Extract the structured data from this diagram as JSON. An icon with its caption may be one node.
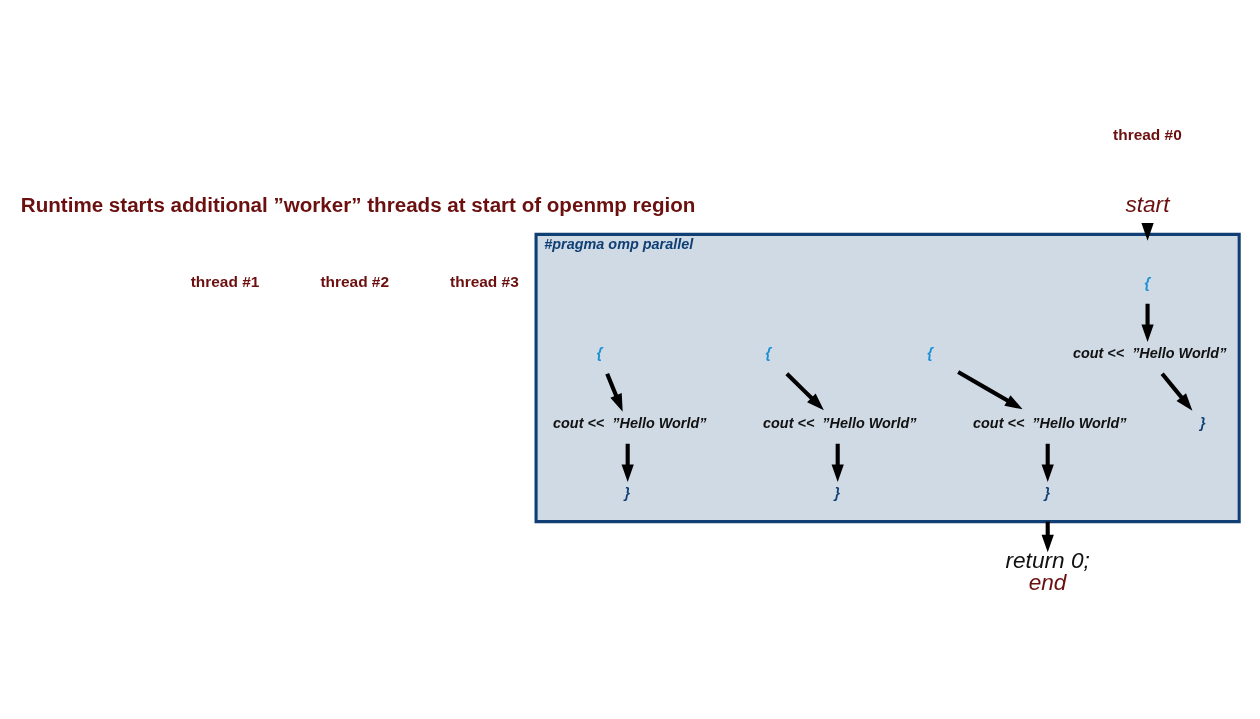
{
  "diagram": {
    "nodes": [
      {
        "text": [
          "start"
        ]
      },
      {
        "text": [
          "#pragma omp parallel"
        ]
      },
      {
        "text": [
          "{"
        ],
        "in": 1
      },
      {
        "text": [
          "cout <<  ”Hello World”"
        ],
        "in": 1
      },
      {
        "text": [
          "}"
        ],
        "in": 1
      },
      {
        "text": [
          "{"
        ],
        "in": 1
      },
      {
        "text": [
          "cout <<  ”Hello World”"
        ],
        "in": 1
      },
      {
        "text": [
          "}"
        ],
        "in": 1
      },
      {
        "text": [
          "{"
        ],
        "in": 1
      },
      {
        "text": [
          "cout <<  ”Hello World”"
        ],
        "in": 1
      },
      {
        "text": [
          "}"
        ],
        "in": 1
      },
      {
        "text": [
          "{"
        ],
        "in": 1
      },
      {
        "text": [
          "cout <<  ”Hello World”"
        ],
        "in": 1
      },
      {
        "text": [
          "}"
        ],
        "in": 1
      },
      {
        "text": [
          "return 0;",
          "end"
        ]
      }
    ],
    "edges": [
      {
        "from": 0,
        "to": 1,
        "arrow": "to"
      },
      {
        "from": 2,
        "to": 3,
        "arrow": "to"
      },
      {
        "from": 3,
        "to": 4,
        "arrow": "to"
      },
      {
        "from": 5,
        "to": 6,
        "arrow": "to"
      },
      {
        "from": 6,
        "to": 7,
        "arrow": "to"
      },
      {
        "from": 8,
        "to": 9,
        "arrow": "to"
      },
      {
        "from": 9,
        "to": 10,
        "arrow": "to"
      },
      {
        "from": 11,
        "to": 12,
        "arrow": "to"
      },
      {
        "from": 12,
        "to": 13,
        "arrow": "to"
      },
      {
        "from": 1,
        "to": 14,
        "arrow": "to"
      }
    ],
    "labels": [
      "thread #0",
      "Runtime starts additional ”worker” threads at start of openmp region",
      "thread #1",
      "thread #2",
      "thread #3"
    ]
  }
}
